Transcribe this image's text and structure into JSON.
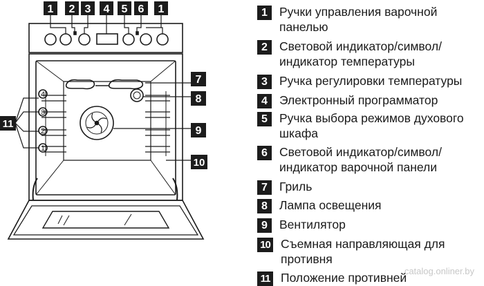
{
  "diagram": {
    "top_callouts": [
      "1",
      "2",
      "3",
      "4",
      "5",
      "6",
      "1"
    ],
    "side_callouts": {
      "grill": "7",
      "lamp": "8",
      "fan": "9",
      "rail": "10",
      "positions_group": "11"
    },
    "shelf_positions": [
      "4",
      "3",
      "2",
      "1"
    ]
  },
  "legend": [
    {
      "num": "1",
      "text": "Ручки управления варочной панелью"
    },
    {
      "num": "2",
      "text": "Световой индикатор/символ/индикатор температуры"
    },
    {
      "num": "3",
      "text": "Ручка регулировки температуры"
    },
    {
      "num": "4",
      "text": "Электронный программатор"
    },
    {
      "num": "5",
      "text": "Ручка выбора режимов духового шкафа"
    },
    {
      "num": "6",
      "text": "Световой индикатор/символ/индикатор варочной панели"
    },
    {
      "num": "7",
      "text": "Гриль"
    },
    {
      "num": "8",
      "text": "Лампа освещения"
    },
    {
      "num": "9",
      "text": "Вентилятор"
    },
    {
      "num": "10",
      "text": "Съемная направляющая для противня"
    },
    {
      "num": "11",
      "text": "Положение противней"
    }
  ],
  "watermark": "catalog.onliner.by"
}
